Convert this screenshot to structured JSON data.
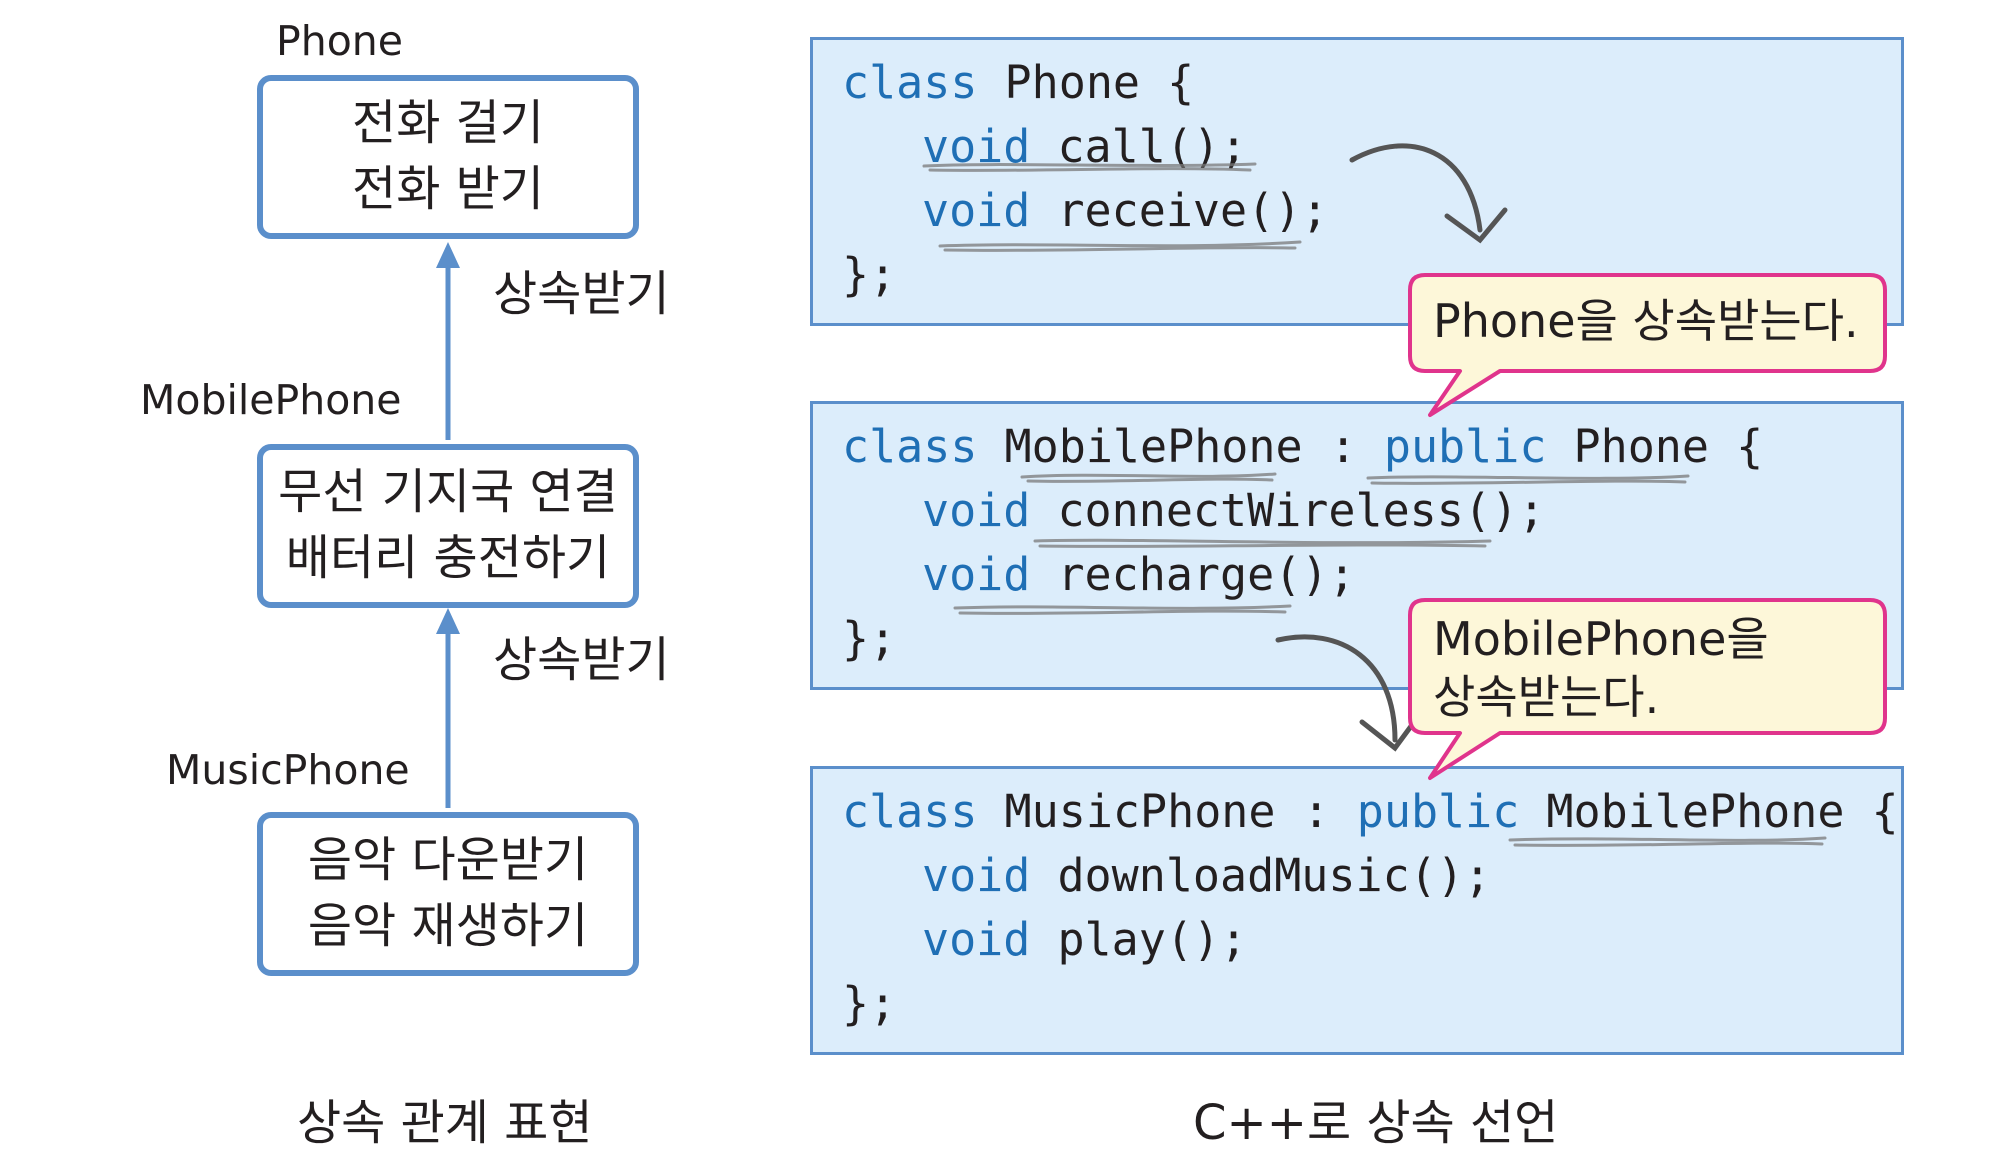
{
  "hierarchy": {
    "classes": [
      {
        "name": "Phone",
        "features": [
          "전화 걸기",
          "전화 받기"
        ]
      },
      {
        "name": "MobilePhone",
        "features": [
          "무선 기지국 연결",
          "배터리 충전하기"
        ]
      },
      {
        "name": "MusicPhone",
        "features": [
          "음악 다운받기",
          "음악 재생하기"
        ]
      }
    ],
    "inherit_label": "상속받기",
    "caption": "상속 관계 표현"
  },
  "code": {
    "panels": [
      {
        "header_keyword": "class",
        "header_name": " Phone {",
        "members": [
          {
            "type": "void",
            "name": " call();"
          },
          {
            "type": "void",
            "name": " receive();"
          }
        ],
        "closing": "};"
      },
      {
        "header_keyword": "class",
        "header_name": " MobilePhone : ",
        "header_access": "public",
        "header_base": " Phone {",
        "members": [
          {
            "type": "void",
            "name": " connectWireless();"
          },
          {
            "type": "void",
            "name": " recharge();"
          }
        ],
        "closing": "};"
      },
      {
        "header_keyword": "class",
        "header_name": " MusicPhone : ",
        "header_access": "public",
        "header_base": " MobilePhone {",
        "members": [
          {
            "type": "void",
            "name": " downloadMusic();"
          },
          {
            "type": "void",
            "name": " play();"
          }
        ],
        "closing": "};"
      }
    ],
    "callouts": [
      {
        "lines": [
          "Phone을 상속받는다."
        ]
      },
      {
        "lines": [
          "MobilePhone을",
          "상속받는다."
        ]
      }
    ],
    "caption": "C++로 상속 선언"
  },
  "colors": {
    "box_border": "#5b8fcb",
    "panel_fill": "#dcedfb",
    "keyword": "#1f6fb5",
    "callout_border": "#e0348c",
    "callout_fill": "#fdf7d9",
    "hand_arrow": "#555555"
  }
}
